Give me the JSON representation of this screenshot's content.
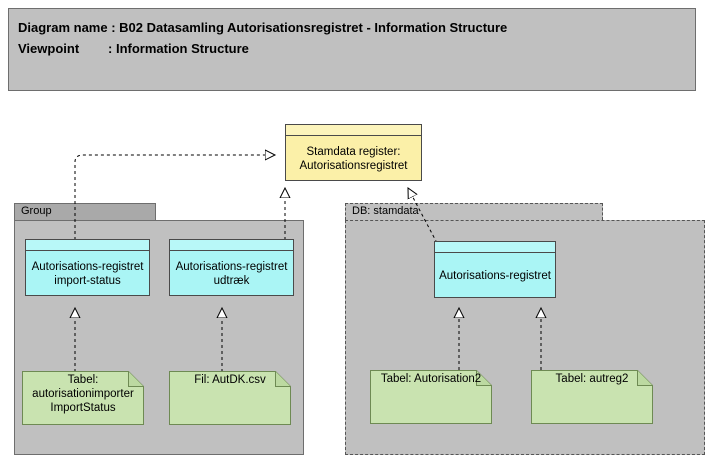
{
  "header": {
    "line1": "Diagram name : B02 Datasamling Autorisationsregistret - Information Structure",
    "line2": "Viewpoint        : Information Structure"
  },
  "nodes": {
    "stamdata_register": {
      "label": "Stamdata register: Autorisationsregistret",
      "type": "data-object",
      "color": "#fbf0a8"
    },
    "import_status": {
      "label": "Autorisations-registret import-status",
      "type": "data-object",
      "color": "#aaf5f5"
    },
    "udtraek": {
      "label": "Autorisations-registret udtræk",
      "type": "data-object",
      "color": "#aaf5f5"
    },
    "autorisationsregistret": {
      "label": "Autorisations-registret",
      "type": "data-object",
      "color": "#aaf5f5"
    },
    "tabel_importstatus": {
      "label": "Tabel: autorisationimporter ImportStatus",
      "type": "artifact",
      "color": "#c9e3b0"
    },
    "fil_autdk": {
      "label": "Fil: AutDK.csv",
      "type": "artifact",
      "color": "#c9e3b0"
    },
    "tabel_autorisation2": {
      "label": "Tabel: Autorisation2",
      "type": "artifact",
      "color": "#c9e3b0"
    },
    "tabel_autreg2": {
      "label": "Tabel: autreg2",
      "type": "artifact",
      "color": "#c9e3b0"
    }
  },
  "groups": {
    "left": {
      "label": "Group",
      "border": "solid",
      "fill": "#c0c0c0",
      "tab_fill": "#a9a9a9"
    },
    "right": {
      "label": "DB: stamdata",
      "border": "dashed",
      "fill": "#c0c0c0",
      "tab_fill": "#c0c0c0"
    }
  },
  "connections": [
    {
      "name": "import-status-realizes-stamdata-register",
      "from": "import_status",
      "to": "stamdata_register",
      "style": "dotted",
      "arrow": "hollow-triangle"
    },
    {
      "name": "udtraek-realizes-stamdata-register",
      "from": "udtraek",
      "to": "stamdata_register",
      "style": "dotted",
      "arrow": "hollow-triangle"
    },
    {
      "name": "autorisationsregistret-realizes-stamdata-register",
      "from": "autorisationsregistret",
      "to": "stamdata_register",
      "style": "dotted",
      "arrow": "hollow-triangle"
    },
    {
      "name": "tabel-importstatus-realizes-import-status",
      "from": "tabel_importstatus",
      "to": "import_status",
      "style": "dotted",
      "arrow": "hollow-triangle"
    },
    {
      "name": "fil-autdk-realizes-udtraek",
      "from": "fil_autdk",
      "to": "udtraek",
      "style": "dotted",
      "arrow": "hollow-triangle"
    },
    {
      "name": "tabel-autorisation2-realizes-autorisationsregistret",
      "from": "tabel_autorisation2",
      "to": "autorisationsregistret",
      "style": "dotted",
      "arrow": "hollow-triangle"
    },
    {
      "name": "tabel-autreg2-realizes-autorisationsregistret",
      "from": "tabel_autreg2",
      "to": "autorisationsregistret",
      "style": "dotted",
      "arrow": "hollow-triangle"
    }
  ],
  "colors": {
    "canvas": "#ffffff",
    "title_fill": "#c0c0c0",
    "group_fill": "#c0c0c0",
    "group_tab_fill": "#a9a9a9",
    "data_object_cyan": "#aaf5f5",
    "data_object_yellow": "#fbf0a8",
    "artifact_green": "#c9e3b0",
    "line": "#000000",
    "border": "#4a4a4a"
  }
}
